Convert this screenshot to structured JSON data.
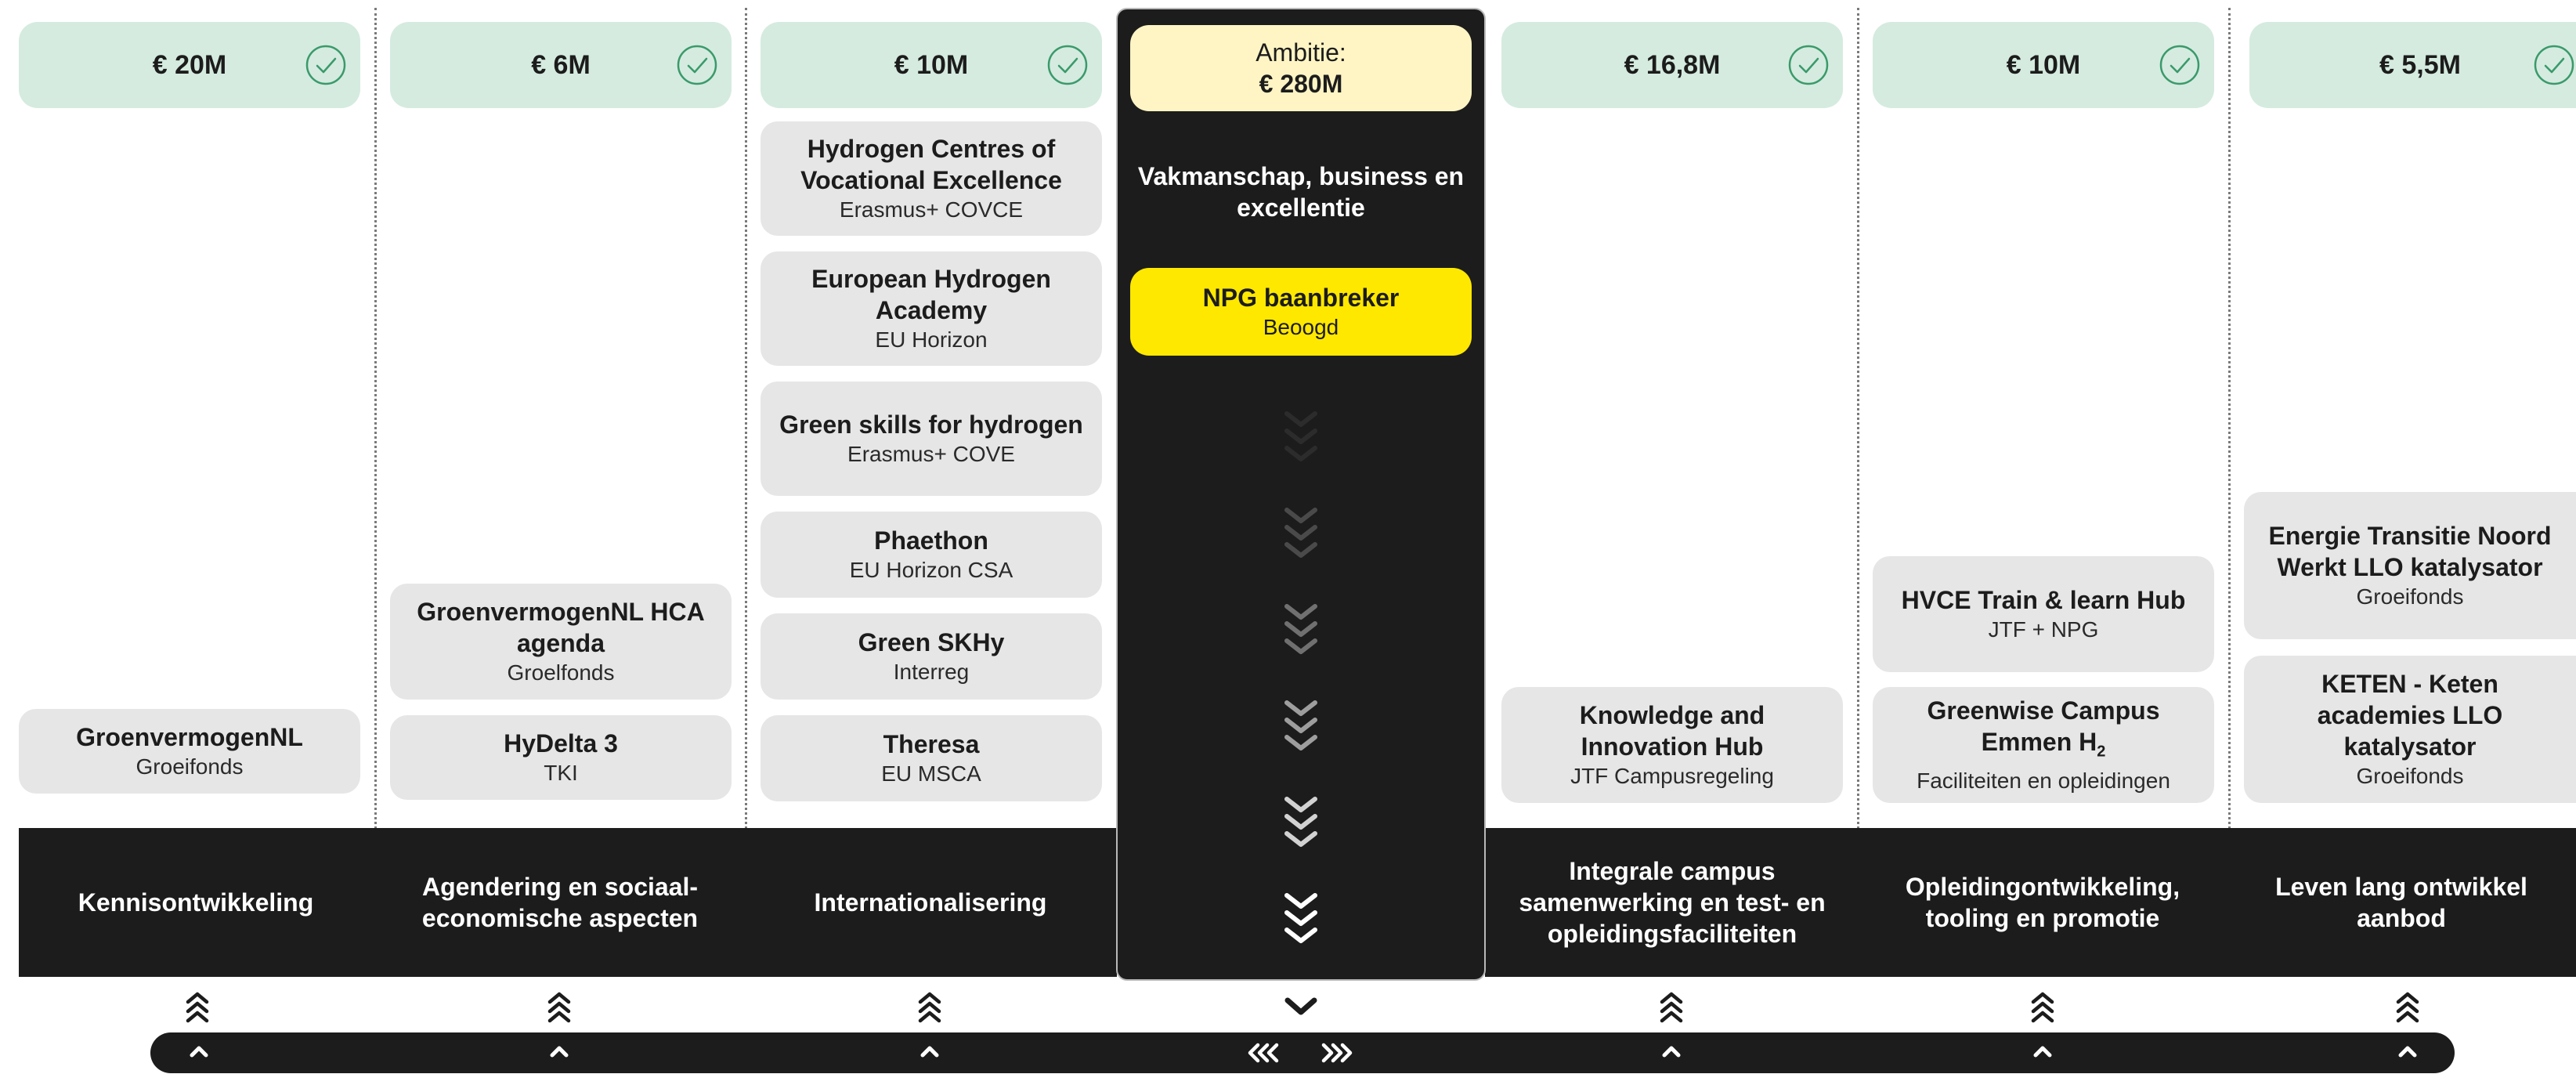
{
  "columns": [
    {
      "budget": "€ 20M",
      "cards": [
        {
          "title": "GroenvermogenNL",
          "sub": "Groeifonds"
        }
      ],
      "band": "Kennisontwikkeling"
    },
    {
      "budget": "€ 6M",
      "cards": [
        {
          "title": "GroenvermogenNL HCA agenda",
          "sub": "Groelfonds"
        },
        {
          "title": "HyDelta 3",
          "sub": "TKI"
        }
      ],
      "band": "Agendering en sociaal-economische aspecten"
    },
    {
      "budget": "€ 10M",
      "cards": [
        {
          "title": "Hydrogen Centres of Vocational Excellence",
          "sub": "Erasmus+ COVCE"
        },
        {
          "title": "European Hydrogen Academy",
          "sub": "EU Horizon"
        },
        {
          "title": "Green skills for hydrogen",
          "sub": "Erasmus+ COVE"
        },
        {
          "title": "Phaethon",
          "sub": "EU Horizon CSA"
        },
        {
          "title": "Green SKHy",
          "sub": "Interreg"
        },
        {
          "title": "Theresa",
          "sub": "EU MSCA"
        }
      ],
      "band": "Internationalisering"
    },
    {
      "budget": "€ 16,8M",
      "cards": [
        {
          "title": "Knowledge and Innovation Hub",
          "sub": "JTF Campusregeling"
        }
      ],
      "band": "Integrale campus samenwerking en test- en opleidingsfaciliteiten"
    },
    {
      "budget": "€ 10M",
      "cards": [
        {
          "title": "HVCE Train & learn Hub",
          "sub": "JTF + NPG"
        },
        {
          "title": "Greenwise Campus Emmen H",
          "title_sub": "2",
          "sub": "Faciliteiten en opleidingen"
        }
      ],
      "band": "Opleidingontwikkeling, tooling en promotie"
    },
    {
      "budget": "€ 5,5M",
      "cards": [
        {
          "title": "Energie Transitie Noord Werkt LLO katalysator",
          "sub": "Groeifonds"
        },
        {
          "title": "KETEN - Keten academies LLO katalysator",
          "sub": "Groeifonds"
        }
      ],
      "band": "Leven lang ontwikkel aanbod"
    }
  ],
  "center": {
    "ambition_label": "Ambitie:",
    "ambition_amount": "€ 280M",
    "title": "Vakmanschap, business en excellentie",
    "npg_title": "NPG baanbreker",
    "npg_sub": "Beoogd"
  },
  "colors": {
    "budget_bg": "#d5ebe0",
    "check": "#3a9a6a",
    "card_bg": "#e6e6e6",
    "dark": "#1c1c1c",
    "ambition_bg": "#fff5c4",
    "npg_bg": "#ffe800"
  },
  "icons": {
    "budget": "check-circle-icon",
    "center_flow": "triple-chevron-down-icon",
    "column_up": "double-chevron-up-icon",
    "bar_up": "chevron-up-icon",
    "bar_left": "triple-chevron-left-icon",
    "bar_right": "triple-chevron-right-icon"
  }
}
